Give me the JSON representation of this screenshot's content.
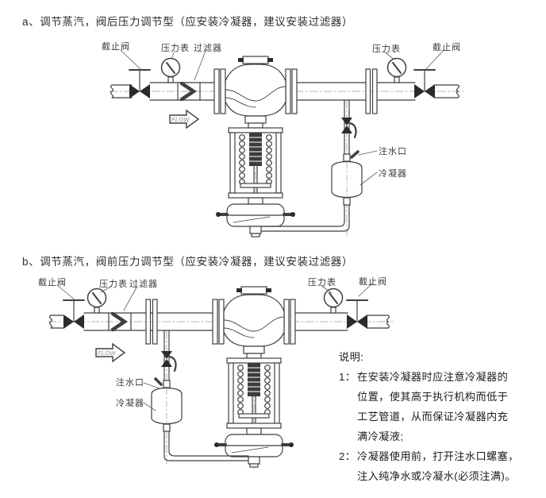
{
  "titles": {
    "section_a": "a、调节蒸汽，阀后压力调节型（应安装冷凝器，建议安装过滤器）",
    "section_b": "b、调节蒸汽，阀前压力调节型（应安装冷凝器，建议安装过滤器）"
  },
  "diagram_a": {
    "labels": {
      "stop_valve_left": "截止阀",
      "pressure_gauge_left": "压力表",
      "filter": "过滤器",
      "pressure_gauge_right": "压力表",
      "stop_valve_right": "截止阀",
      "water_inlet": "注水口",
      "condenser": "冷凝器",
      "flow": "FLOW"
    }
  },
  "diagram_b": {
    "labels": {
      "stop_valve_left": "截止阀",
      "pressure_gauge_left": "压力表",
      "filter": "过滤器",
      "pressure_gauge_right": "压力表",
      "stop_valve_right": "截止阀",
      "water_inlet": "注水口",
      "condenser": "冷凝器",
      "flow": "FLOW"
    }
  },
  "notes": {
    "heading": "说明:",
    "items": [
      {
        "no": "1：",
        "lines": [
          "在安装冷凝器时应注意冷凝器的",
          "位置，使其高于执行机构而低于",
          "工艺管道，从而保证冷凝器内充",
          "满冷凝液;"
        ]
      },
      {
        "no": "2：",
        "lines": [
          "冷凝器使用前，打开注水口螺塞，",
          "注入纯净水或冷凝水(必须注满)。"
        ]
      }
    ]
  },
  "colors": {
    "line": "#3f3f3f",
    "centerline": "#9a9a9a",
    "text": "#2e2e2e"
  }
}
